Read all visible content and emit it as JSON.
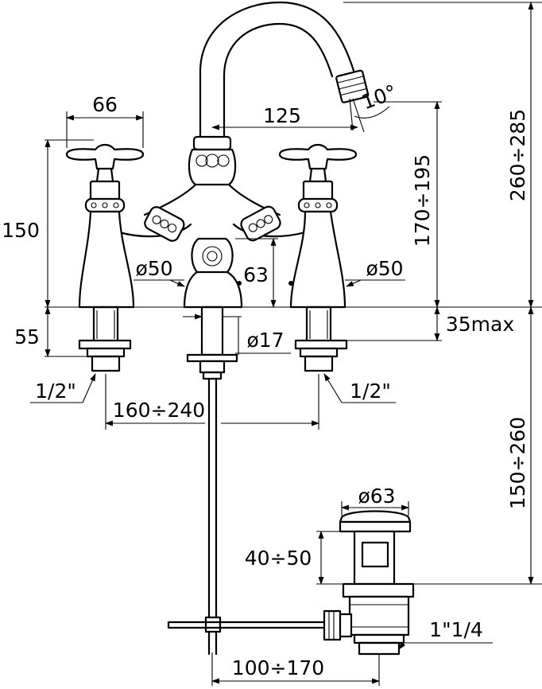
{
  "dimensions": {
    "handle_width": "66",
    "spout_reach": "125",
    "spout_angle": "10°",
    "total_height": "260÷285",
    "spout_height": "170÷195",
    "handle_height": "150",
    "base_left": "ø50",
    "base_right": "ø50",
    "center_height": "63",
    "shank_length": "55",
    "max_thickness": "35max",
    "rod_diameter": "ø17",
    "thread_left": "1/2\"",
    "thread_right": "1/2\"",
    "centers": "160÷240",
    "waste_drop": "150÷260",
    "waste_diameter": "ø63",
    "waste_height": "40÷50",
    "waste_thread": "1\"1/4",
    "rod_offset": "100÷170"
  }
}
